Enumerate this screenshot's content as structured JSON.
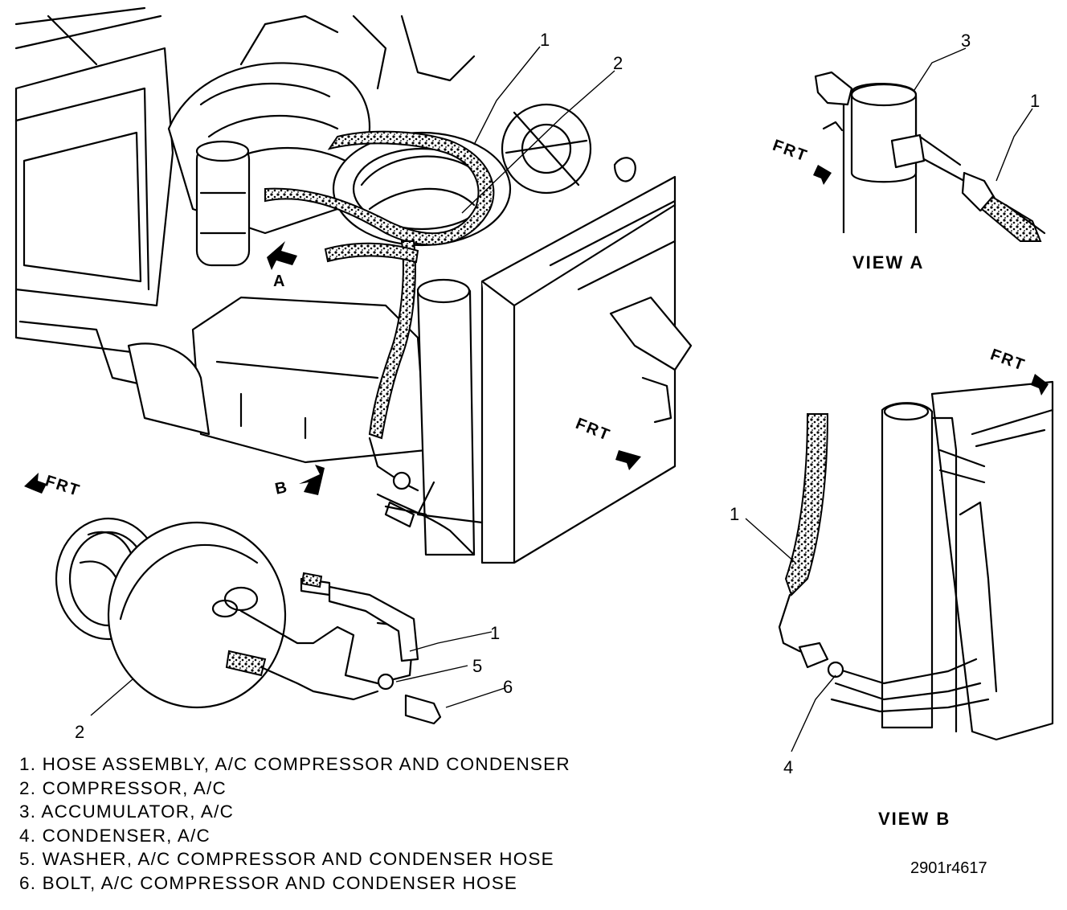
{
  "callouts": {
    "main_1": "1",
    "main_2": "2",
    "main_a": "A",
    "main_b": "B",
    "viewa_3": "3",
    "viewa_1": "1",
    "viewb_1": "1",
    "viewb_4": "4",
    "detail_1": "1",
    "detail_5": "5",
    "detail_6": "6",
    "detail_2": "2"
  },
  "frt_labels": {
    "main": "FRT",
    "compressor": "FRT",
    "view_a": "FRT",
    "view_b": "FRT"
  },
  "view_titles": {
    "a": "VIEW  A",
    "b": "VIEW  B"
  },
  "legend": [
    "1. HOSE ASSEMBLY, A/C COMPRESSOR AND CONDENSER",
    "2. COMPRESSOR, A/C",
    "3. ACCUMULATOR, A/C",
    "4. CONDENSER, A/C",
    "5. WASHER, A/C COMPRESSOR AND CONDENSER HOSE",
    "6. BOLT, A/C COMPRESSOR AND CONDENSER HOSE"
  ],
  "figure_id": "2901r4617"
}
